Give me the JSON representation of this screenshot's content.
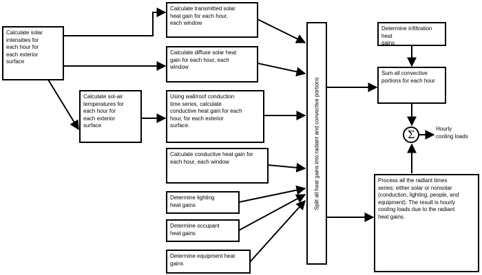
{
  "boxes": {
    "solar_intensities": [
      "Calculate solar",
      "intensities for",
      "each hour for",
      "each exterior",
      "surface"
    ],
    "transmitted_solar": [
      "Calculate transmitted solar",
      "heat gain for each hour,",
      "each window"
    ],
    "diffuse_solar": [
      "Calculate diffuse solar heat",
      "gain for each hour, each",
      "window"
    ],
    "sol_air": [
      "Calculate sol-air",
      "temperatures for",
      "each hour for",
      "each exterior",
      "surface"
    ],
    "wall_roof_conduction": [
      "Using wall/roof conduction",
      "time series, calculate",
      "conductive heat gain for each",
      "hour, for each exterior",
      "surface."
    ],
    "window_conduction": [
      "Calculate conductive heat gain for",
      "each hour, each window"
    ],
    "lighting": [
      "Determine lighting",
      "heat gains"
    ],
    "occupant": [
      "Determine occupant",
      "heat gains"
    ],
    "equipment": [
      "Determine equipment heat",
      "gains"
    ],
    "infiltration": [
      "Determine infiltration heat",
      "gains"
    ],
    "sum_convective": [
      "Sum all convective",
      "portions for each hour"
    ],
    "radiant_series": [
      "Process all the radiant times",
      "series: either solar or nonsolar",
      "(conduction, lighting, people, and",
      "equipment). The result is hourly",
      "cooling loads due to the radiant",
      "heat gains."
    ]
  },
  "split_label": "Split all heat gains into radiant and convective portions",
  "sum_symbol": "Σ",
  "output_label": [
    "Hourly",
    "cooling loads"
  ]
}
